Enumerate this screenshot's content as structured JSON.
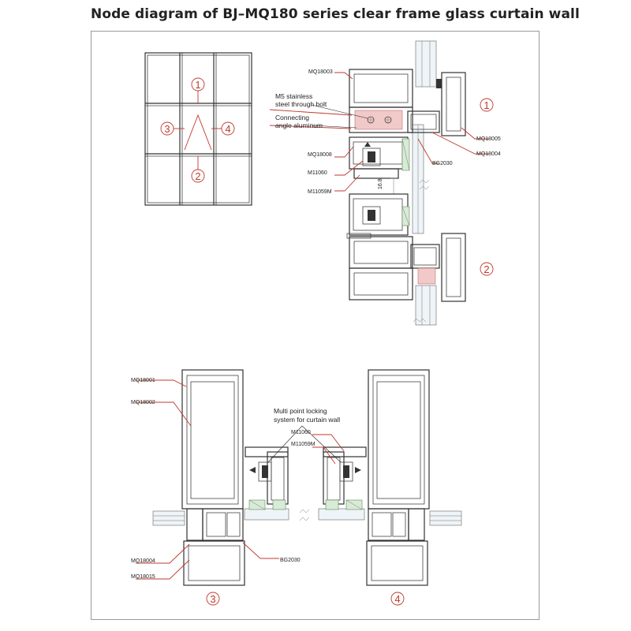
{
  "title": "Node diagram of BJ–MQ180 series clear frame glass curtain wall",
  "elevation": {
    "markers": [
      {
        "id": "1",
        "text": "①"
      },
      {
        "id": "2",
        "text": "②"
      },
      {
        "id": "3",
        "text": "③"
      },
      {
        "id": "4",
        "text": "④"
      }
    ]
  },
  "section_top": {
    "labels": {
      "mq18003": "MQ18003",
      "bolt_line1": "M5 stainless",
      "bolt_line2": "steel through bolt",
      "angle_line1": "Connecting",
      "angle_line2": "angle aluminum",
      "mq18008": "MQ18008",
      "m11060": "M11060",
      "m11059m": "M11059M",
      "mq18005": "MQ18005",
      "mq18004": "MQ18004",
      "bg2030": "BG2030",
      "dim": "16.8"
    },
    "markers": {
      "top": "①",
      "bottom": "②"
    }
  },
  "section_bottom": {
    "labels": {
      "mq18001": "MQ18001",
      "mq18002": "MQ18002",
      "lock_line1": "Multi point locking",
      "lock_line2": "system for curtain wall",
      "m11060": "M11060",
      "m11059m": "M11059M",
      "mq18004": "MQ18004",
      "mq18015": "MQ18015",
      "bg2030": "BG2030"
    },
    "markers": {
      "left": "③",
      "right": "④"
    }
  }
}
